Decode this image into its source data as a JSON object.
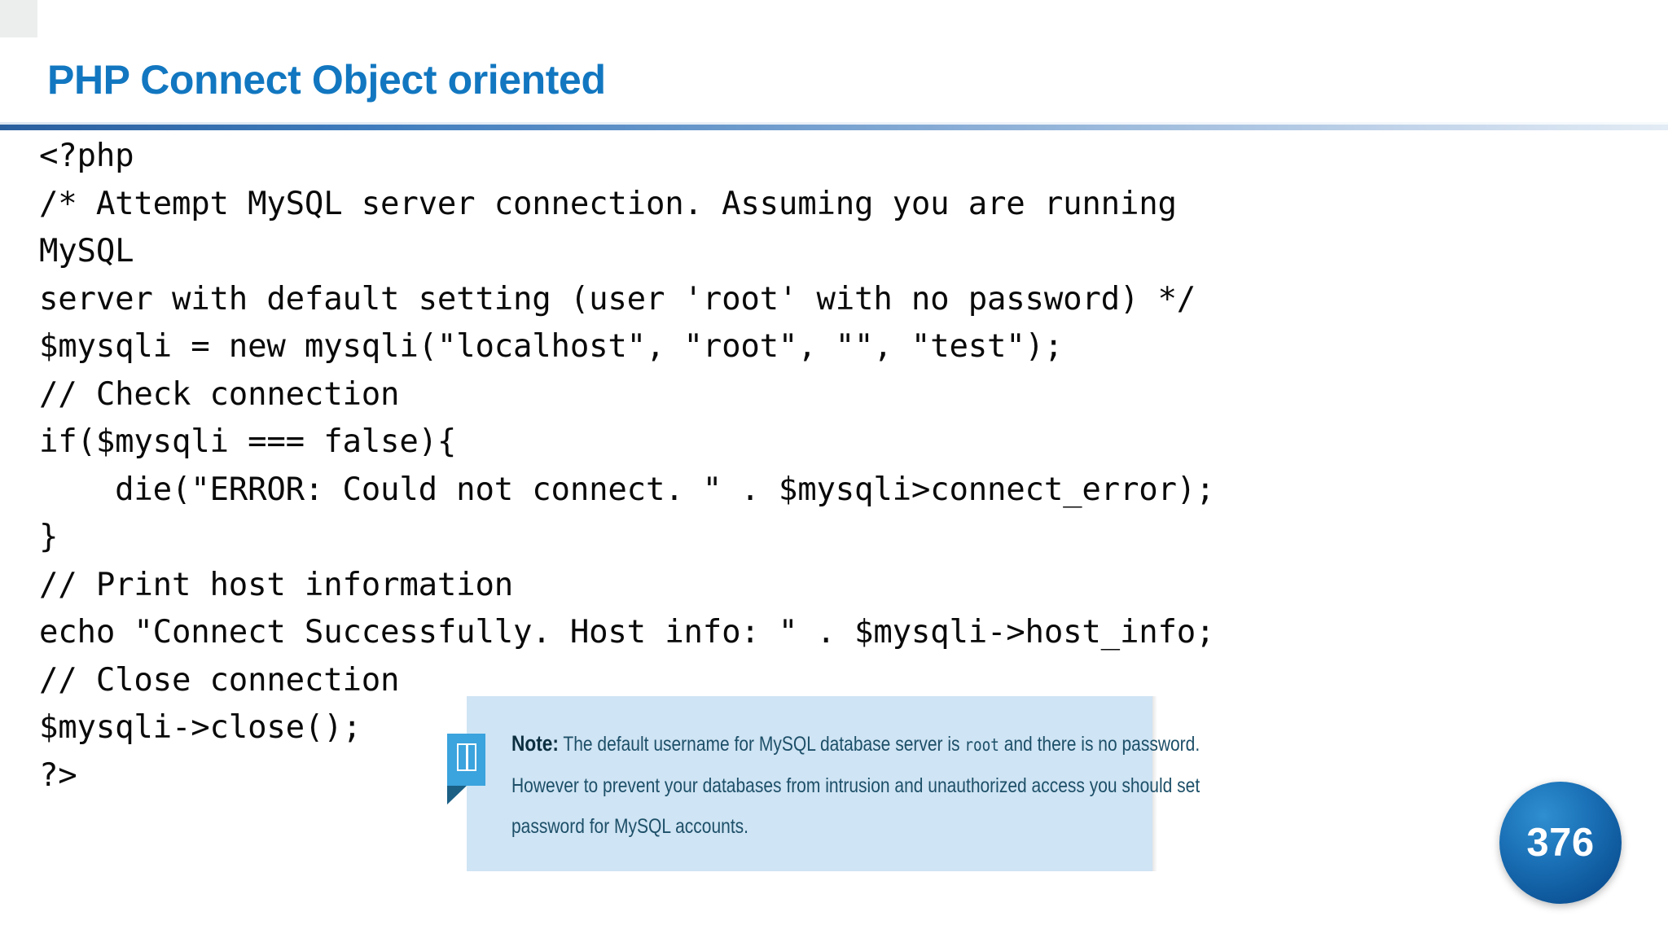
{
  "slide": {
    "title": "PHP Connect Object oriented",
    "page_number": "376",
    "title_color": "#1277c0",
    "note_bg_color": "#cfe4f4",
    "note_icon_color": "#3ba3dd",
    "badge_color": "#0c5396"
  },
  "code": {
    "lines": [
      "<?php",
      "/* Attempt MySQL server connection. Assuming you are running",
      "MySQL",
      "server with default setting (user 'root' with no password) */",
      "$mysqli = new mysqli(\"localhost\", \"root\", \"\", \"test\");",
      "// Check connection",
      "if($mysqli === false){",
      "    die(\"ERROR: Could not connect. \" . $mysqli>connect_error);",
      "}",
      "// Print host information",
      "echo \"Connect Successfully. Host info: \" . $mysqli->host_info;",
      "// Close connection",
      "$mysqli->close();",
      "?>"
    ]
  },
  "note": {
    "label": "Note:",
    "line1_a": " The default username for MySQL database server is ",
    "line1_mono": "root",
    "line1_b": " and there is no password.",
    "line2": "However to prevent your databases from intrusion and unauthorized access you should set",
    "line3": "password for MySQL accounts."
  }
}
